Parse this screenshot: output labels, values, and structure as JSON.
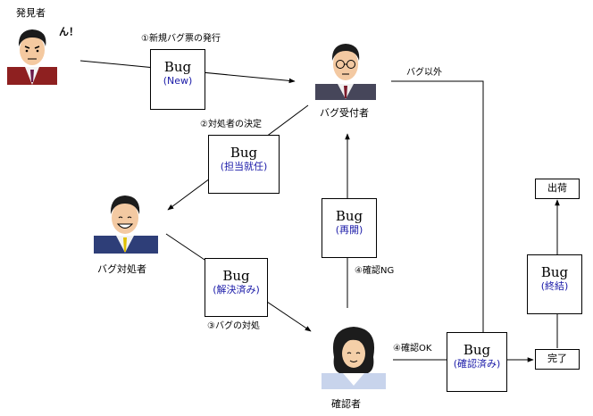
{
  "actors": {
    "discoverer": "発見者",
    "receiver": "バグ受付者",
    "handler": "バグ対処者",
    "confirmer": "確認者"
  },
  "exclaim": "ん！",
  "steps": {
    "issue": "①新規バグ票の発行",
    "assign": "②対処者の決定",
    "fix": "③バグの対処",
    "ng": "④確認NG",
    "ok": "④確認OK",
    "other": "バグ以外"
  },
  "bugs": {
    "new": {
      "title": "Bug",
      "state": "(New)"
    },
    "assigned": {
      "title": "Bug",
      "state": "(担当就任)"
    },
    "reopen": {
      "title": "Bug",
      "state": "(再開)"
    },
    "resolved": {
      "title": "Bug",
      "state": "(解決済み)"
    },
    "verified": {
      "title": "Bug",
      "state": "(確認済み)"
    },
    "closed": {
      "title": "Bug",
      "state": "(終結)"
    }
  },
  "terminals": {
    "ship": "出荷",
    "done": "完了"
  }
}
